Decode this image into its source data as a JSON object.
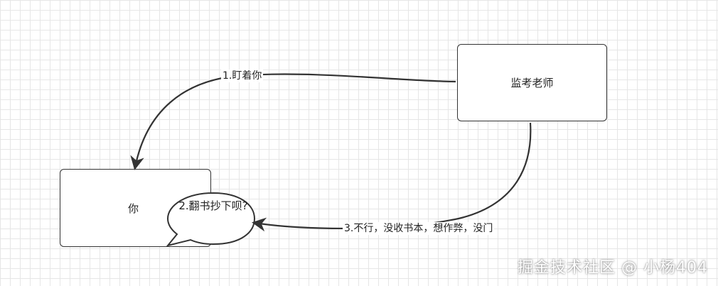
{
  "diagram": {
    "nodes": {
      "teacher": "监考老师",
      "you": "你",
      "bubble": "2.翻书抄下呗?"
    },
    "edges": {
      "label_1": "1.盯着你",
      "label_3": "3.不行，没收书本，想作弊，没门"
    }
  },
  "watermark": "掘金技术社区 @ 小杨404",
  "colors": {
    "stroke": "#333333",
    "grid": "#e6e6e6"
  }
}
